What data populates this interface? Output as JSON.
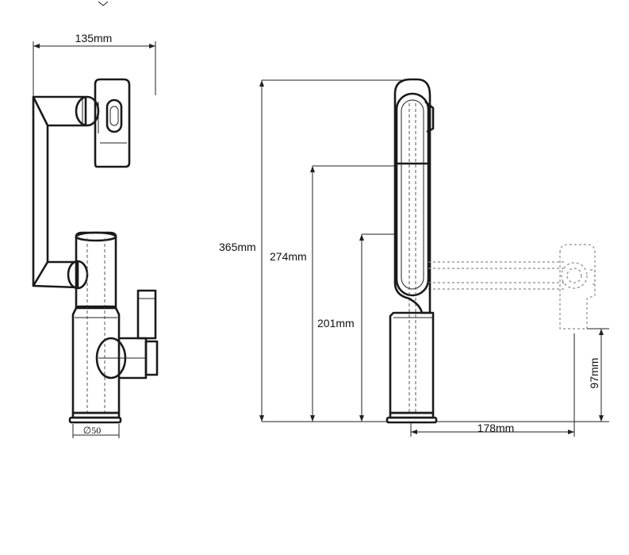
{
  "dimensions": {
    "width": "135mm",
    "height_total": "365mm",
    "height_upper": "274mm",
    "height_lower": "201mm",
    "base_diameter": "∅50",
    "spout_reach": "178mm",
    "spout_clearance": "97mm"
  },
  "colors": {
    "line": "#1a1a1a",
    "ghost": "#8a8a8a"
  }
}
